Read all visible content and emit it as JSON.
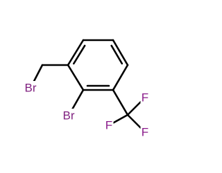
{
  "molecule": {
    "atoms": [
      {
        "id": "c1",
        "element": "C"
      },
      {
        "id": "c2",
        "element": "C"
      },
      {
        "id": "c3",
        "element": "C"
      },
      {
        "id": "c4",
        "element": "C"
      },
      {
        "id": "c5",
        "element": "C"
      },
      {
        "id": "c6",
        "element": "C"
      },
      {
        "id": "ch2",
        "element": "C"
      },
      {
        "id": "cf3",
        "element": "C"
      },
      {
        "id": "br_ch2",
        "element": "Br",
        "label": "Br"
      },
      {
        "id": "br_ring",
        "element": "Br",
        "label": "Br"
      },
      {
        "id": "f_top",
        "element": "F",
        "label": "F"
      },
      {
        "id": "f_right",
        "element": "F",
        "label": "F"
      },
      {
        "id": "f_left",
        "element": "F",
        "label": "F"
      }
    ],
    "bonds": [
      {
        "from": "c1",
        "to": "c2",
        "order": 2
      },
      {
        "from": "c2",
        "to": "c3",
        "order": 1
      },
      {
        "from": "c3",
        "to": "c4",
        "order": 2
      },
      {
        "from": "c4",
        "to": "c5",
        "order": 1
      },
      {
        "from": "c5",
        "to": "c6",
        "order": 2
      },
      {
        "from": "c6",
        "to": "c1",
        "order": 1
      },
      {
        "from": "c1",
        "to": "ch2",
        "order": 1
      },
      {
        "from": "ch2",
        "to": "br_ch2",
        "order": 1
      },
      {
        "from": "c6",
        "to": "br_ring",
        "order": 1
      },
      {
        "from": "c5",
        "to": "cf3",
        "order": 1
      },
      {
        "from": "cf3",
        "to": "f_top",
        "order": 1
      },
      {
        "from": "cf3",
        "to": "f_right",
        "order": 1
      },
      {
        "from": "cf3",
        "to": "f_left",
        "order": 1
      }
    ],
    "colors": {
      "bond": "#000000",
      "Br": "#7f1f7f",
      "F": "#8a1a8a"
    }
  }
}
